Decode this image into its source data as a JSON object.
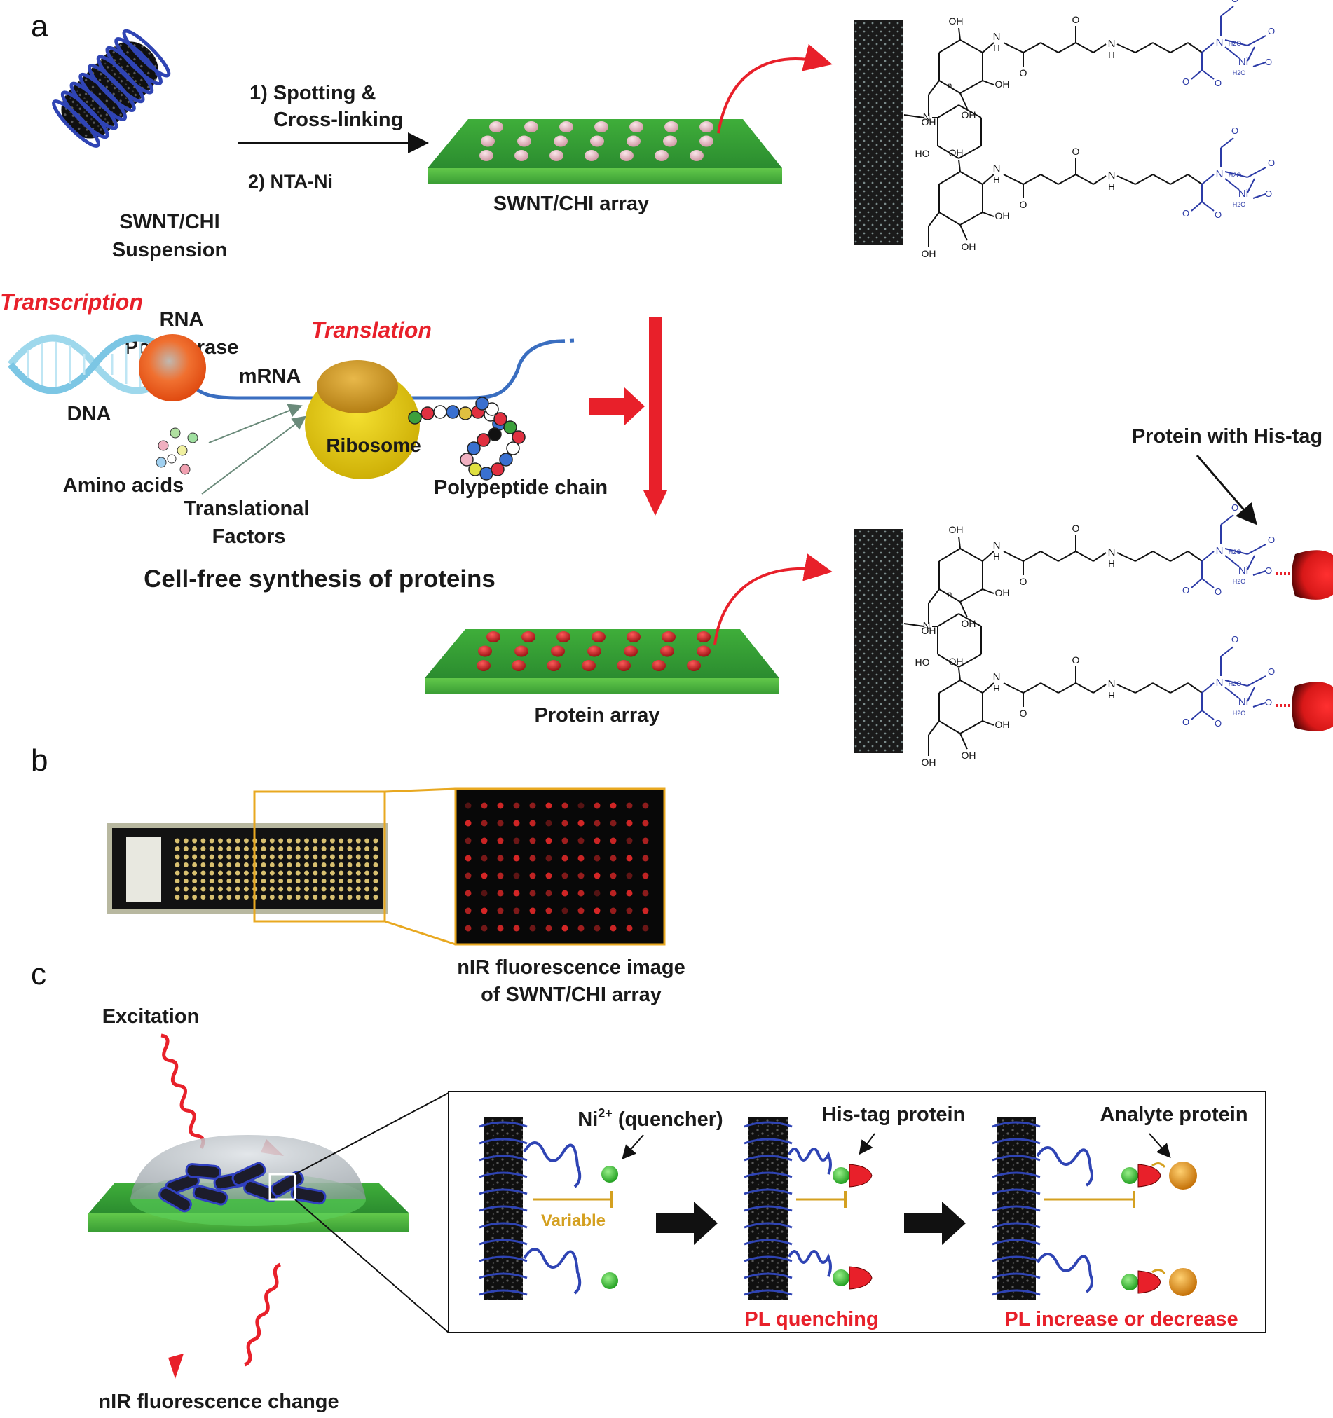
{
  "panels": {
    "a": "a",
    "b": "b",
    "c": "c"
  },
  "panel_a": {
    "step1_line1": "1) Spotting &",
    "step1_line2": "Cross-linking",
    "step2": "2) NTA-Ni",
    "suspension_line1": "SWNT/CHI",
    "suspension_line2": "Suspension",
    "array_label": "SWNT/CHI array",
    "protein_array_label": "Protein array",
    "his_tag_label": "Protein with His-tag",
    "cellfree": {
      "transcription": "Transcription",
      "translation": "Translation",
      "rna_line1": "RNA",
      "rna_line2": "Polymerase",
      "mrna": "mRNA",
      "dna": "DNA",
      "ribosome": "Ribosome",
      "amino_acids": "Amino acids",
      "factors_line1": "Translational",
      "factors_line2": "Factors",
      "polypeptide": "Polypeptide chain",
      "title": "Cell-free synthesis of proteins"
    },
    "chem": {
      "oh": "OH",
      "ho": "HO",
      "n": "N",
      "h": "H",
      "o": "O",
      "ni": "Ni",
      "h2o": "H2O",
      "subscript_n": "n"
    }
  },
  "panel_b": {
    "fluor_line1": "nIR fluorescence image",
    "fluor_line2": "of SWNT/CHI array"
  },
  "panel_c": {
    "excitation": "Excitation",
    "emission": "nIR fluorescence change",
    "ni_quencher": "Ni",
    "ni_sup": "2+",
    "ni_suffix": " (quencher)",
    "variable": "Variable",
    "his_tag_protein": "His-tag protein",
    "analyte_protein": "Analyte protein",
    "pl_quenching": "PL quenching",
    "pl_change": "PL increase or decrease"
  },
  "colors": {
    "slide_green": "#2fa43a",
    "slide_top": "#3cbf3c",
    "spot_pink": "#e9b9c4",
    "spot_red": "#d8141c",
    "arrow_red": "#e8202a",
    "nanotube_blue": "#2f44b4",
    "orange_accent": "#d4a020",
    "box_yellow": "#e8a820"
  }
}
